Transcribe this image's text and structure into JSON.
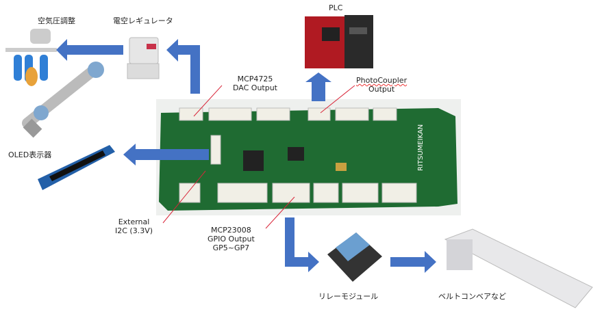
{
  "labels": {
    "pneumatic": "空気圧調整",
    "regulator": "電空レギュレータ",
    "plc": "PLC",
    "dac_line1": "MCP4725",
    "dac_line2": "DAC Output",
    "pc_line1": "PhotoCoupler",
    "pc_line2": "Output",
    "oled": "OLED表示器",
    "i2c_line1": "External",
    "i2c_line2": "I2C (3.3V)",
    "gpio_line1": "MCP23008",
    "gpio_line2": "GPIO Output",
    "gpio_line3": "GP5~GP7",
    "relay": "リレーモジュール",
    "conveyor": "ベルトコンベアなど"
  },
  "board_text": "RITSUMEIKAN",
  "colors": {
    "arrow": "#4472c4",
    "leader": "#d9263a",
    "pcb": "#1f6b32"
  }
}
